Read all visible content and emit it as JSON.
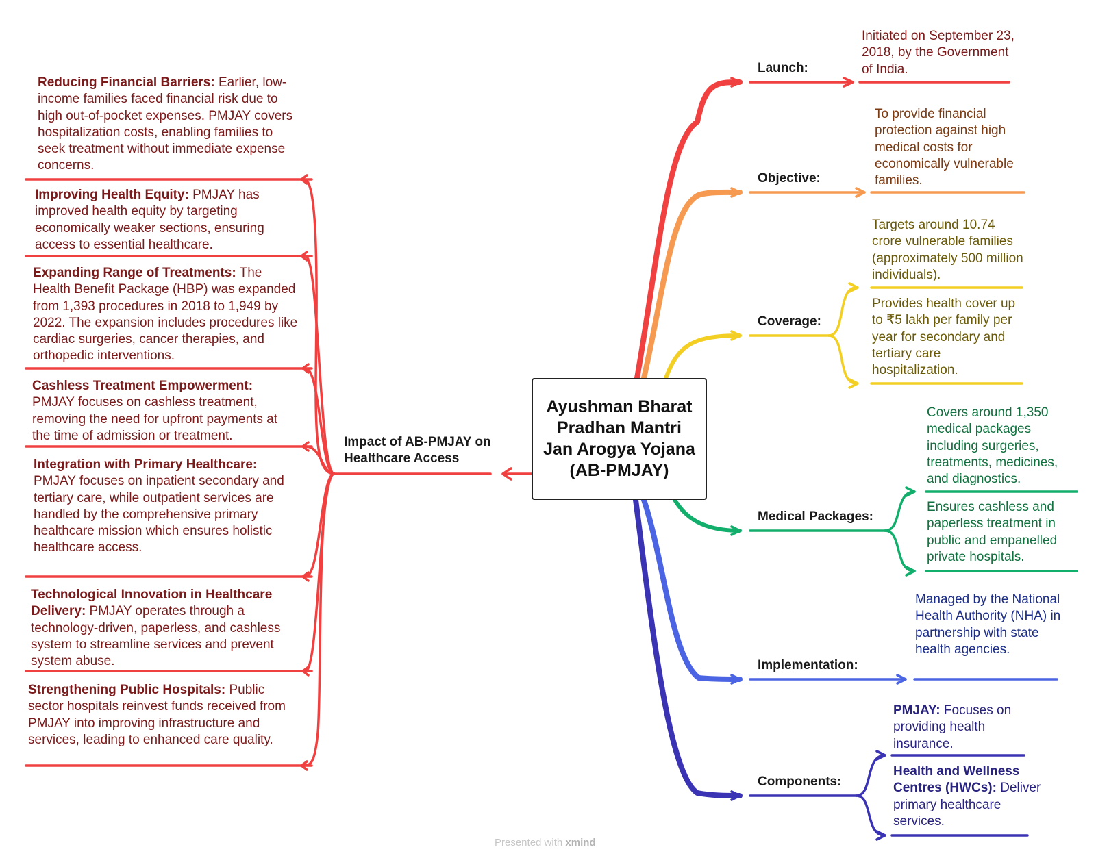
{
  "center": {
    "title": "Ayushman Bharat Pradhan Mantri Jan Arogya Yojana (AB-PMJAY)"
  },
  "impact": {
    "label": "Impact of AB-PMJAY on Healthcare Access",
    "items": [
      {
        "title": "Reducing Financial Barriers:",
        "text": " Earlier, low-income families faced financial risk due to high out-of-pocket expenses. PMJAY covers hospitalization costs, enabling families to seek treatment without immediate expense concerns."
      },
      {
        "title": "Improving Health Equity:",
        "text": " PMJAY has improved health equity by targeting economically weaker sections, ensuring access to essential healthcare."
      },
      {
        "title": "Expanding Range of Treatments:",
        "text": " The Health Benefit Package (HBP) was expanded from 1,393 procedures in 2018 to 1,949 by 2022. The expansion includes procedures like cardiac surgeries, cancer therapies, and orthopedic interventions."
      },
      {
        "title": "Cashless Treatment Empowerment:",
        "text": " PMJAY focuses on cashless treatment, removing the need for upfront payments at the time of admission or treatment."
      },
      {
        "title": "Integration with Primary Healthcare:",
        "text": " PMJAY focuses on inpatient secondary and tertiary care, while outpatient services are handled by the comprehensive primary healthcare mission which ensures holistic healthcare access."
      },
      {
        "title": "Technological Innovation in Healthcare Delivery:",
        "text": " PMJAY operates through a technology-driven, paperless, and cashless system to streamline services and prevent system abuse."
      },
      {
        "title": "Strengthening Public Hospitals:",
        "text": " Public sector hospitals reinvest funds received from PMJAY into improving infrastructure and services, leading to enhanced care quality."
      }
    ]
  },
  "branches": {
    "launch": {
      "label": "Launch:",
      "details": [
        "Initiated on September 23, 2018, by the Government of India."
      ]
    },
    "objective": {
      "label": "Objective:",
      "details": [
        "To provide financial protection against high medical costs for economically vulnerable families."
      ]
    },
    "coverage": {
      "label": "Coverage:",
      "details": [
        "Targets around 10.74 crore vulnerable families (approximately 500 million individuals).",
        "Provides health cover up to ₹5 lakh per family per year for secondary and tertiary care hospitalization."
      ]
    },
    "medical": {
      "label": "Medical Packages:",
      "details": [
        "Covers around 1,350 medical packages including surgeries, treatments, medicines, and diagnostics.",
        "Ensures cashless and paperless treatment in public and empanelled private hospitals."
      ]
    },
    "implementation": {
      "label": "Implementation:",
      "details": [
        "Managed by the National Health Authority (NHA) in partnership with state health agencies."
      ]
    },
    "components": {
      "label": "Components:",
      "items": [
        {
          "title": "PMJAY:",
          "text": " Focuses on providing health insurance."
        },
        {
          "title": "Health and Wellness Centres (HWCs):",
          "text": " Deliver primary healthcare services."
        }
      ]
    }
  },
  "colors": {
    "red": "#f04040",
    "orange": "#f59a50",
    "yellow": "#f2cf22",
    "green": "#12ae6c",
    "blue": "#4a64e4",
    "indigo": "#3a34b4"
  },
  "watermark": {
    "prefix": "Presented with ",
    "brand": "xmind"
  }
}
